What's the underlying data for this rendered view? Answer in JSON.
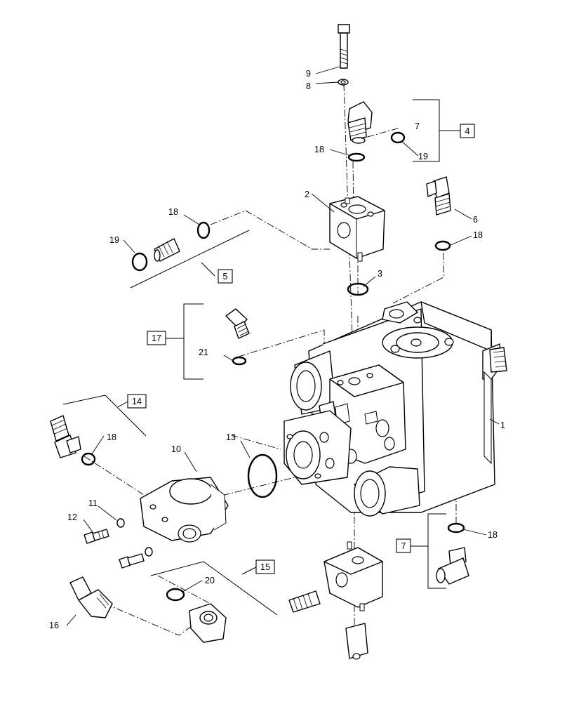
{
  "callouts": {
    "c1": "1",
    "c2": "2",
    "c3": "3",
    "c4": "4",
    "c5": "5",
    "c6": "6",
    "c7": "7",
    "c7b": "7",
    "c8": "8",
    "c9": "9",
    "c10": "10",
    "c11": "11",
    "c12": "12",
    "c13": "13",
    "c14": "14",
    "c15": "15",
    "c16": "16",
    "c17": "17",
    "c18a": "18",
    "c18b": "18",
    "c18c": "18",
    "c18d": "18",
    "c18e": "18",
    "c19a": "19",
    "c19b": "19",
    "c20": "20",
    "c21": "21"
  }
}
